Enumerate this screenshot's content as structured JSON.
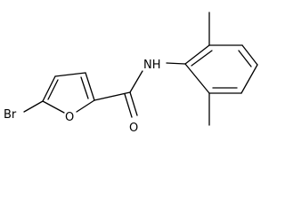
{
  "molecule": {
    "atom_labels": {
      "bromine": "Br",
      "furan_oxygen": "O",
      "amide_nitrogen": "NH",
      "carbonyl_oxygen": "O"
    },
    "colors": {
      "bond": "#000000",
      "label": "#000000",
      "background": "#ffffff"
    }
  }
}
